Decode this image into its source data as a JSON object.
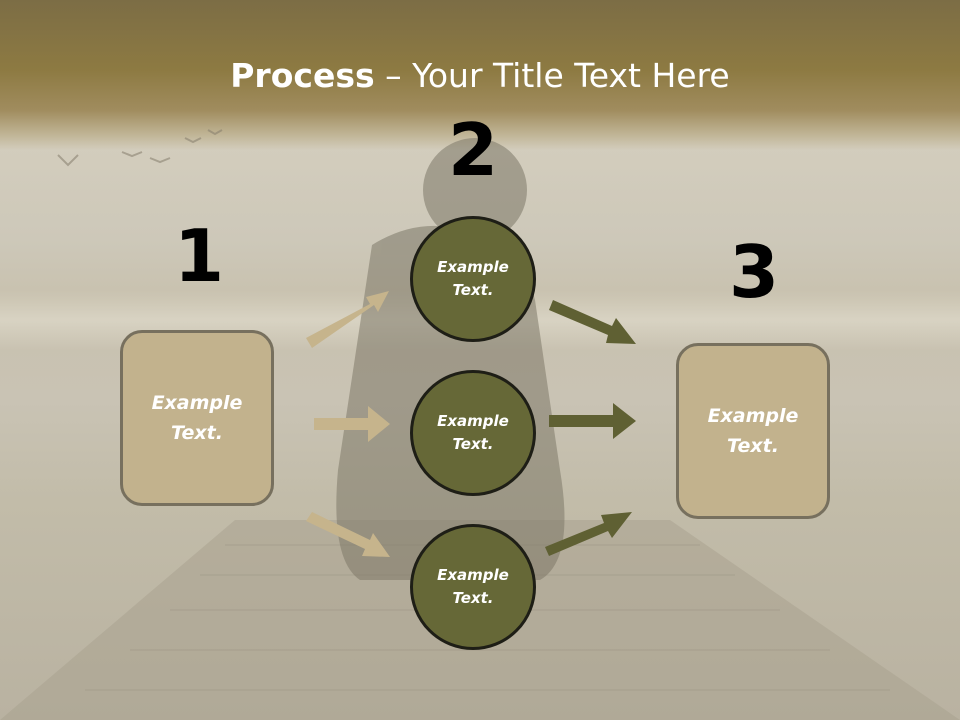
{
  "title": {
    "strong": "Process",
    "rest": " – Your Title Text Here"
  },
  "steps": {
    "one": "1",
    "two": "2",
    "three": "3"
  },
  "boxes": {
    "left": "Example\nText.",
    "right": "Example\nText."
  },
  "circles": {
    "top": "Example\nText.",
    "middle": "Example\nText.",
    "bottom": "Example\nText."
  },
  "colors": {
    "header": "#8d7a42",
    "box_fill": "#c2b28d",
    "circle_fill": "#666837",
    "arrow_light": "#c6b48c",
    "arrow_dark": "#5f6033"
  }
}
